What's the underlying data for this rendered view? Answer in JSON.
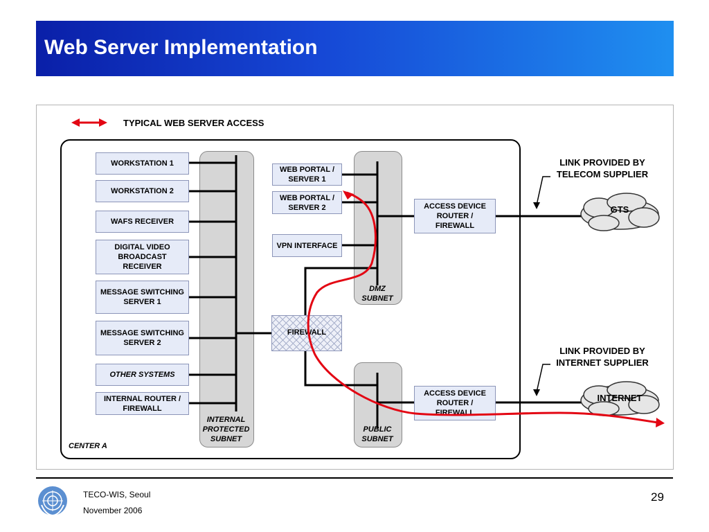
{
  "title": "Web Server Implementation",
  "legend": {
    "label": "TYPICAL WEB SERVER ACCESS",
    "arrow_color": "#e30613"
  },
  "center_label": "CENTER A",
  "subnets": {
    "internal": "INTERNAL PROTECTED SUBNET",
    "dmz": "DMZ SUBNET",
    "public": "PUBLIC SUBNET"
  },
  "internal_systems": [
    "WORKSTATION 1",
    "WORKSTATION 2",
    "WAFS RECEIVER",
    "DIGITAL VIDEO BROADCAST RECEIVER",
    "MESSAGE SWITCHING SERVER 1",
    "MESSAGE SWITCHING SERVER 2",
    "OTHER SYSTEMS",
    "INTERNAL ROUTER / FIREWALL"
  ],
  "dmz_systems": [
    "WEB PORTAL / SERVER 1",
    "WEB PORTAL / SERVER 2",
    "VPN INTERFACE"
  ],
  "firewall_label": "FIREWALL",
  "access_device_telecom": "ACCESS DEVICE ROUTER / FIREWALL",
  "access_device_internet": "ACCESS DEVICE ROUTER / FIREWALL",
  "clouds": {
    "gts": "GTS",
    "internet": "INTERNET"
  },
  "notes": {
    "telecom": "LINK PROVIDED BY TELECOM SUPPLIER",
    "internet": "LINK PROVIDED BY INTERNET SUPPLIER"
  },
  "footer": {
    "org": "TECO-WIS, Seoul",
    "date": "November 2006",
    "page": "29",
    "logo_icon": "wmo-un-emblem-icon"
  },
  "colors": {
    "title_bar_start": "#0a1fa8",
    "title_bar_end": "#1f8ff0",
    "box_fill": "#e6ebf8",
    "subnet_fill": "#d6d6d6",
    "access_path": "#e30613"
  }
}
